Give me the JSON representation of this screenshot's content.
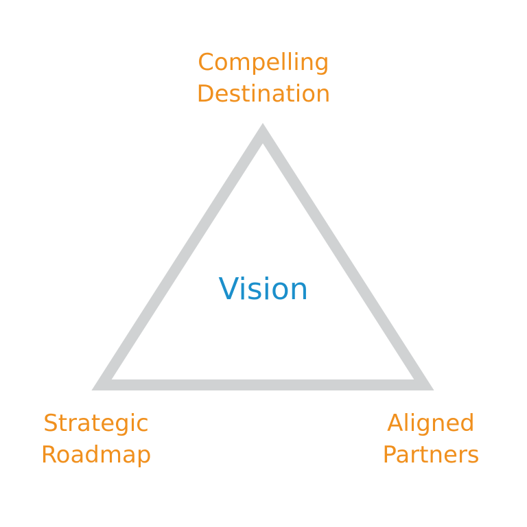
{
  "diagram": {
    "center": {
      "label": "Vision"
    },
    "vertices": {
      "top": {
        "line1": "Compelling",
        "line2": "Destination"
      },
      "left": {
        "line1": "Strategic",
        "line2": "Roadmap"
      },
      "right": {
        "line1": "Aligned",
        "line2": "Partners"
      }
    }
  },
  "colors": {
    "vertex_text": "#F0901E",
    "center_text": "#1B8FCB",
    "triangle_stroke": "#D0D2D3",
    "background": "#FFFFFF"
  }
}
